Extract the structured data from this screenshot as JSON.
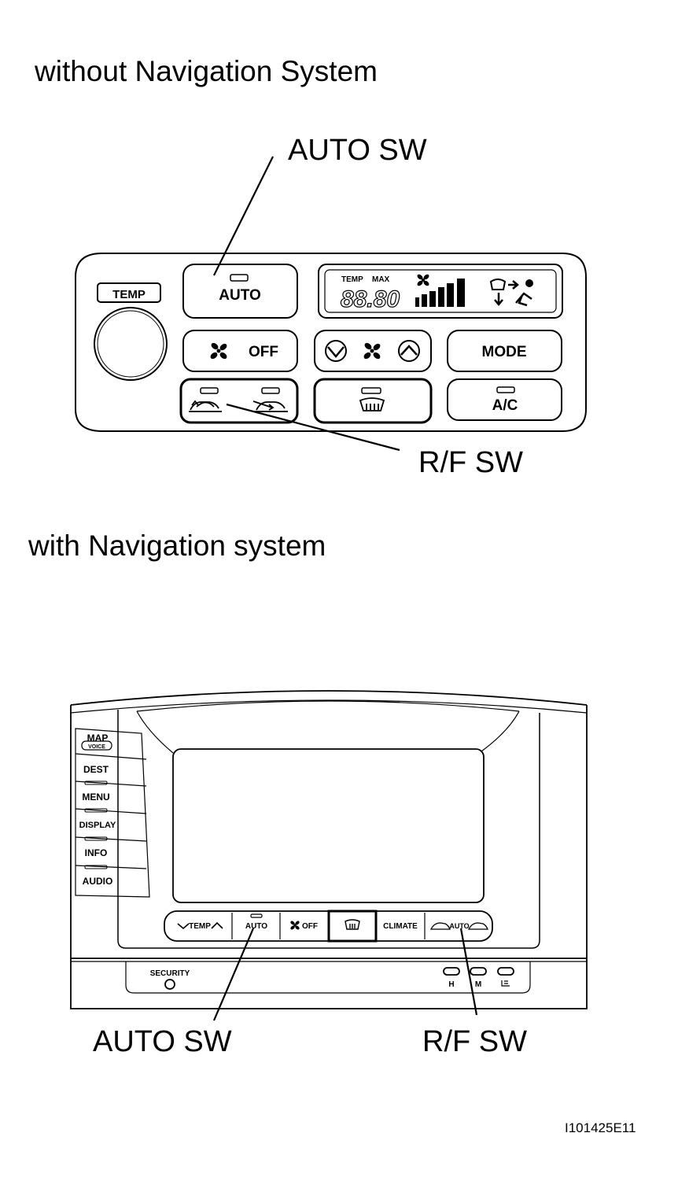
{
  "section_top": {
    "heading": "without Navigation System",
    "callouts": {
      "auto_sw": "AUTO SW",
      "rf_sw": "R/F SW"
    },
    "panel": {
      "temp_label": "TEMP",
      "auto_label": "AUTO",
      "off_label": "OFF",
      "mode_label": "MODE",
      "ac_label": "A/C",
      "display": {
        "temp_text": "TEMP",
        "max_text": "MAX",
        "digits": "88.80"
      }
    }
  },
  "section_bottom": {
    "heading": "with Navigation system",
    "callouts": {
      "auto_sw": "AUTO SW",
      "rf_sw": "R/F SW"
    },
    "nav_unit": {
      "side_buttons": [
        {
          "label": "MAP",
          "sublabel": "VOICE"
        },
        {
          "label": "DEST"
        },
        {
          "label": "MENU"
        },
        {
          "label": "DISPLAY"
        },
        {
          "label": "INFO"
        },
        {
          "label": "AUDIO"
        }
      ],
      "climate_bar": {
        "temp_label": "TEMP",
        "auto_label": "AUTO",
        "off_label": "OFF",
        "climate_label": "CLIMATE",
        "rf_auto_label": "AUTO"
      },
      "security_label": "SECURITY",
      "seat_labels": [
        "H",
        "M"
      ]
    }
  },
  "figure_id": "I101425E11"
}
